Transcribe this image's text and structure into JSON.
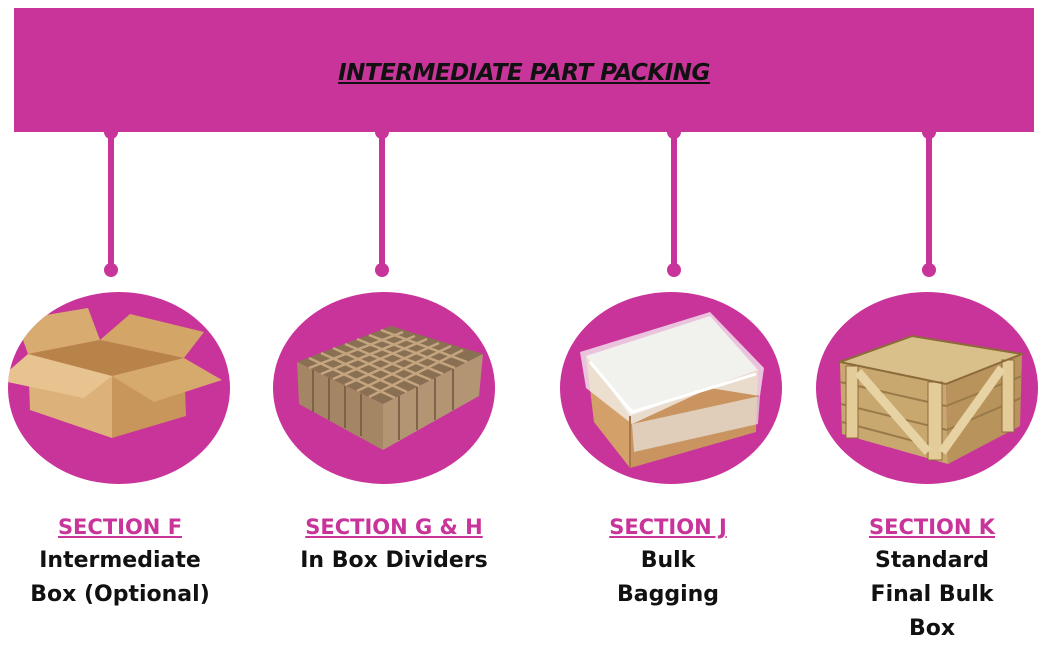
{
  "banner": {
    "title": "INTERMEDIATE PART PACKING"
  },
  "colors": {
    "accent": "#c9349a",
    "text": "#111111"
  },
  "sections": [
    {
      "section": "SECTION F",
      "lines": [
        "Intermediate",
        "Box (Optional)"
      ],
      "image": "open-cardboard-box"
    },
    {
      "section": "SECTION G & H",
      "lines": [
        "In Box Dividers"
      ],
      "image": "cardboard-grid-divider"
    },
    {
      "section": "SECTION J",
      "lines": [
        "Bulk",
        "Bagging"
      ],
      "image": "box-with-plastic-liner"
    },
    {
      "section": "SECTION K",
      "lines": [
        "Standard",
        "Final Bulk",
        "Box"
      ],
      "image": "wooden-crate"
    }
  ]
}
